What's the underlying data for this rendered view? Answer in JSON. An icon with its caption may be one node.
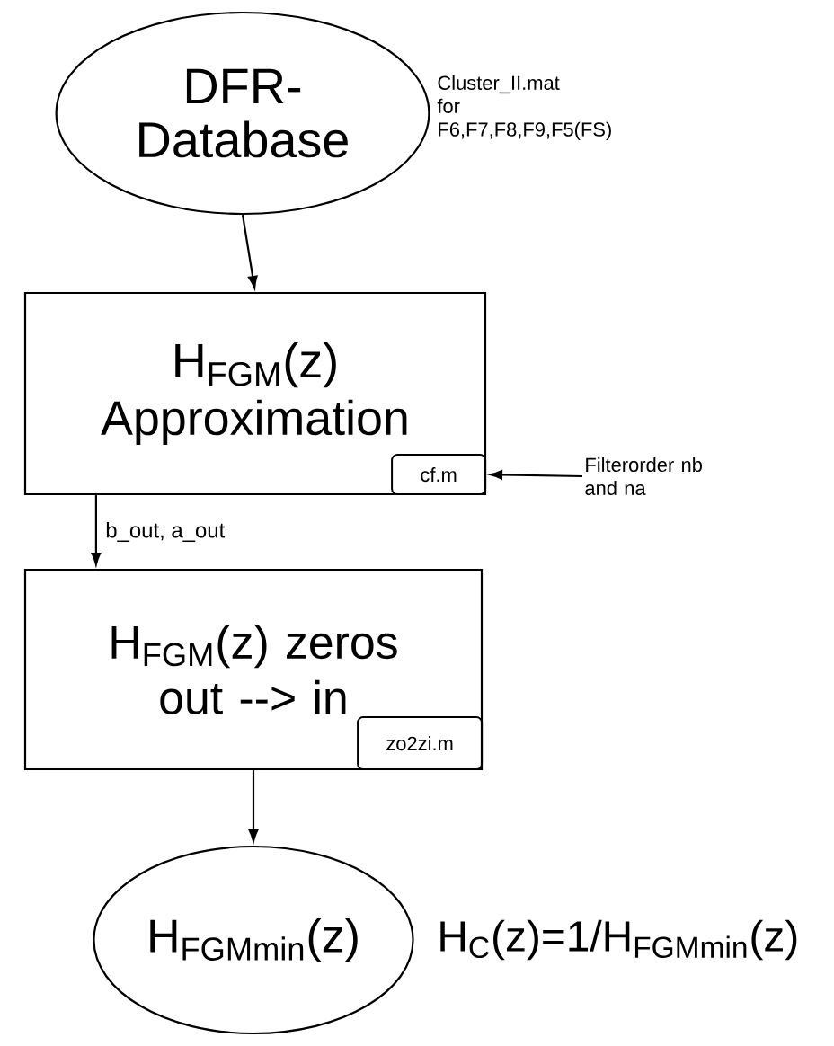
{
  "diagram": {
    "nodes": [
      {
        "text": [
          "DFR- Database"
        ],
        "beside": [
          "Cluster_II.mat for F6,F7,F8,F9,F5(FS)"
        ]
      },
      {
        "text": [
          "H$_{FGM}$(z) Approximation"
        ]
      },
      {
        "text": [
          "cf.m"
        ],
        "in": 1
      },
      {
        "text": [
          "H$_{FGM}$(z) zeros out --> in"
        ]
      },
      {
        "text": [
          "zo2zi.m"
        ],
        "in": 3
      },
      {
        "text": [
          "H$_{FGMmin}$(z)"
        ],
        "beside": [
          "H$_{C}$(z)=1/H$_{FGMmin}$(z)"
        ]
      },
      {
        "text": [
          "Filterorder nb and na"
        ]
      }
    ],
    "edges": [
      {
        "from": 0,
        "to": 1,
        "arrow": "to"
      },
      {
        "from": 6,
        "to": 2,
        "arrow": "to"
      },
      {
        "from": 1,
        "to": 3,
        "arrow": "to",
        "label": "b_out, a_out"
      },
      {
        "from": 3,
        "to": 5,
        "arrow": "to"
      }
    ]
  }
}
